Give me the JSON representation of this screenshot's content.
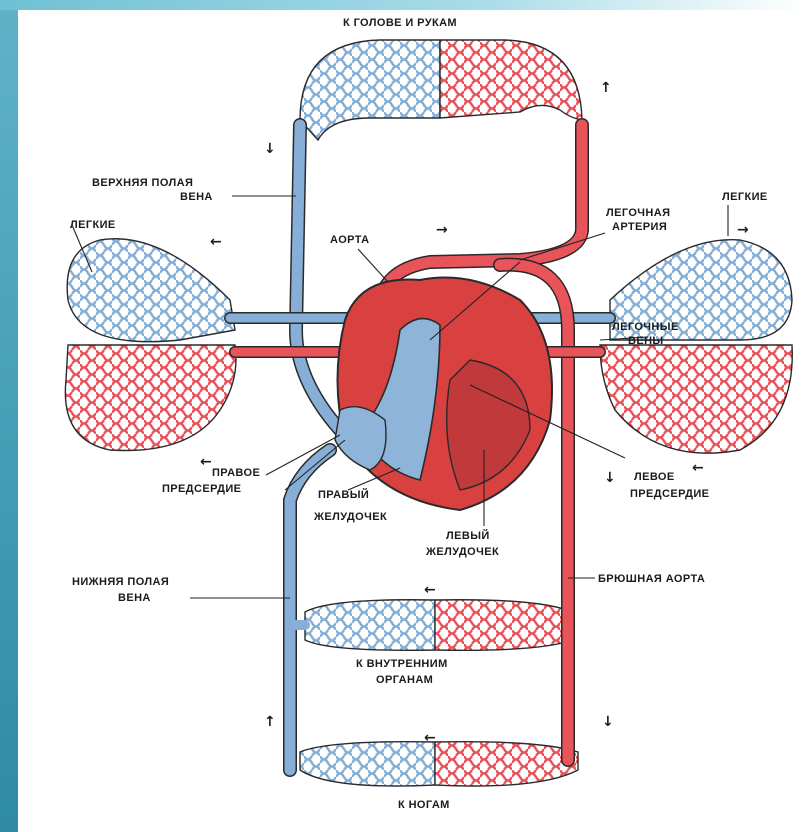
{
  "labels": {
    "head_arms": "К ГОЛОВЕ И РУКАМ",
    "sup_vena_1": "ВЕРХНЯЯ ПОЛАЯ",
    "sup_vena_2": "ВЕНА",
    "lungs_left": "ЛЕГКИЕ",
    "lungs_right": "ЛЕГКИЕ",
    "aorta": "АОРТА",
    "pulm_artery_1": "ЛЕГОЧНАЯ",
    "pulm_artery_2": "АРТЕРИЯ",
    "pulm_veins_1": "ЛЕГОЧНЫЕ",
    "pulm_veins_2": "ВЕНЫ",
    "right_atrium_1": "ПРАВОЕ",
    "right_atrium_2": "ПРЕДСЕРДИЕ",
    "right_ventricle_1": "ПРАВЫЙ",
    "right_ventricle_2": "ЖЕЛУДОЧЕК",
    "left_ventricle_1": "ЛЕВЫЙ",
    "left_ventricle_2": "ЖЕЛУДОЧЕК",
    "left_atrium_1": "ЛЕВОЕ",
    "left_atrium_2": "ПРЕДСЕРДИЕ",
    "inf_vena_1": "НИЖНЯЯ ПОЛАЯ",
    "inf_vena_2": "ВЕНА",
    "abd_aorta": "БРЮШНАЯ АОРТА",
    "organs_1": "К ВНУТРЕННИМ",
    "organs_2": "ОРГАНАМ",
    "legs": "К НОГАМ"
  },
  "colors": {
    "arterial": "#e8545a",
    "venous": "#86aed6",
    "outline": "#2a2a2a",
    "heart": "#d94040"
  },
  "arrows": {
    "up": "↑",
    "down": "↓",
    "left": "←",
    "right": "→"
  }
}
